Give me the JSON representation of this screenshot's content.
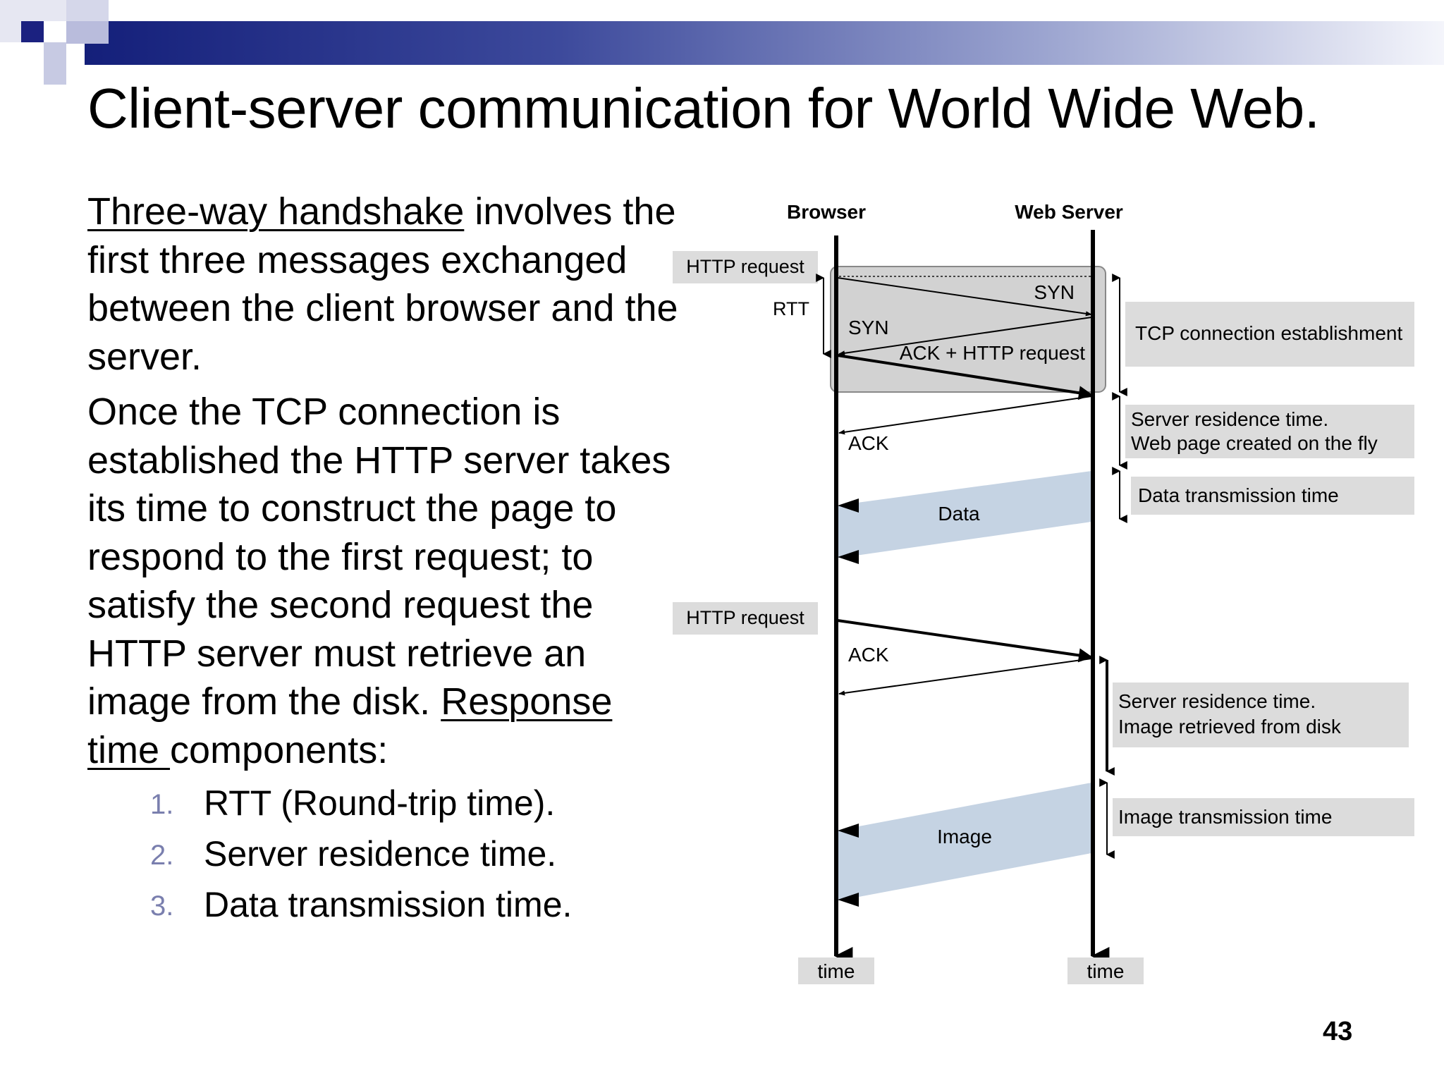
{
  "slide": {
    "title": "Client-server communication for World Wide Web.",
    "page_number": "43",
    "body": {
      "p1_link": "Three-way handshake",
      "p1_text": "involves the first three messages exchanged between the client browser and the server.",
      "p2_text": "Once the TCP connection is established the HTTP server takes its time to construct the page to respond to the first request; to satisfy the second request the HTTP server must retrieve an image from the disk.",
      "p2_link": "Response time ",
      "p2_tail": " components:"
    },
    "list": [
      {
        "num": "1.",
        "text": "RTT (Round-trip time)."
      },
      {
        "num": "2.",
        "text": "Server residence time."
      },
      {
        "num": "3.",
        "text": "Data transmission time."
      }
    ]
  },
  "diagram": {
    "browser_label": "Browser",
    "server_label": "Web Server",
    "http_request_1": "HTTP request",
    "http_request_2": "HTTP request",
    "rtt": "RTT",
    "syn_out": "SYN",
    "syn_back": "SYN",
    "ack_http": "ACK + HTTP request",
    "ack_1": "ACK",
    "ack_2": "ACK",
    "data": "Data",
    "image": "Image",
    "time_left": "time",
    "time_right": "time",
    "tcp_establish": "TCP connection establishment",
    "server_res_1_l1": "Server residence time.",
    "server_res_1_l2": "Web page created on the fly",
    "data_tx": "Data transmission time",
    "server_res_2_l1": "Server residence time.",
    "server_res_2_l2": "Image retrieved from disk",
    "image_tx": "Image transmission time",
    "colors": {
      "label_box": "#dcdcdc",
      "transfer_band": "#c5d3e3",
      "handshake_box": "#d2d2d2"
    }
  }
}
